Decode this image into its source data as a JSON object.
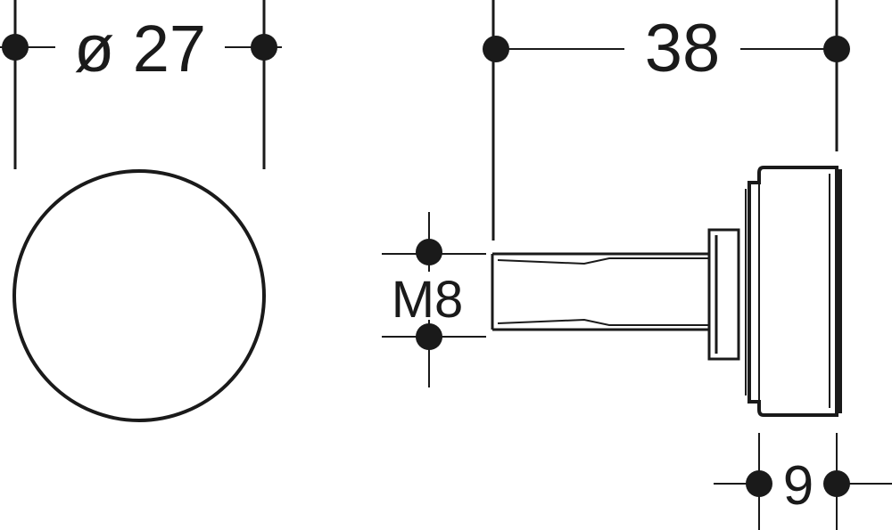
{
  "dimensions": {
    "diameter": "ø 27",
    "length": "38",
    "thread": "M8",
    "head_width": "9"
  },
  "colors": {
    "line": "#1a1a1a",
    "background": "#ffffff"
  }
}
